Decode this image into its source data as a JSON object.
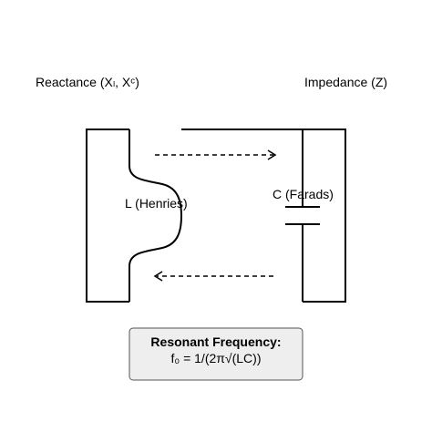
{
  "labels": {
    "reactance": "Reactance (Xₗ, Xᶜ)",
    "impedance": "Impedance (Z)",
    "inductor": "L (Henries)",
    "capacitor": "C (Farads)"
  },
  "resonance_box": {
    "title": "Resonant Frequency:",
    "formula": "f₀ = 1/(2π√(LC))"
  },
  "colors": {
    "line": "#000000",
    "box_fill": "#eeeeee",
    "box_border": "#555555"
  }
}
